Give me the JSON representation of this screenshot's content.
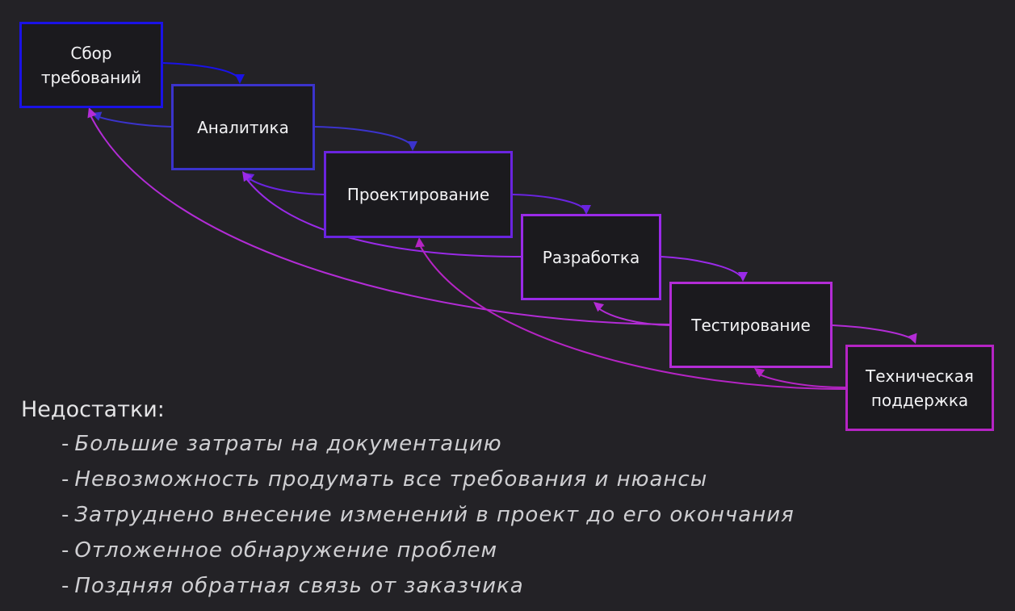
{
  "diagram": {
    "stages": [
      {
        "label": "Сбор\nтребований",
        "color": "#1a12e6"
      },
      {
        "label": "Аналитика",
        "color": "#3b33cc"
      },
      {
        "label": "Проектирование",
        "color": "#6a24e0"
      },
      {
        "label": "Разработка",
        "color": "#9a2ae8"
      },
      {
        "label": "Тестирование",
        "color": "#b32cd6"
      },
      {
        "label": "Техническая\nподдержка",
        "color": "#b524c4"
      }
    ],
    "connections": [
      {
        "from": 0,
        "to": 1,
        "kind": "forward"
      },
      {
        "from": 1,
        "to": 2,
        "kind": "forward"
      },
      {
        "from": 2,
        "to": 3,
        "kind": "forward"
      },
      {
        "from": 3,
        "to": 4,
        "kind": "forward"
      },
      {
        "from": 4,
        "to": 5,
        "kind": "forward"
      },
      {
        "from": 1,
        "to": 0,
        "kind": "back"
      },
      {
        "from": 2,
        "to": 1,
        "kind": "back"
      },
      {
        "from": 3,
        "to": 1,
        "kind": "back"
      },
      {
        "from": 4,
        "to": 3,
        "kind": "back"
      },
      {
        "from": 4,
        "to": 0,
        "kind": "back"
      },
      {
        "from": 5,
        "to": 4,
        "kind": "back"
      },
      {
        "from": 5,
        "to": 2,
        "kind": "back"
      }
    ]
  },
  "drawbacks": {
    "title": "Недостатки:",
    "bullet": "-",
    "items": [
      "Большие затраты на документацию",
      "Невозможность продумать все требования и нюансы",
      "Затруднено внесение изменений в проект до его окончания",
      "Отложенное обнаружение проблем",
      "Поздняя обратная связь от заказчика"
    ]
  }
}
